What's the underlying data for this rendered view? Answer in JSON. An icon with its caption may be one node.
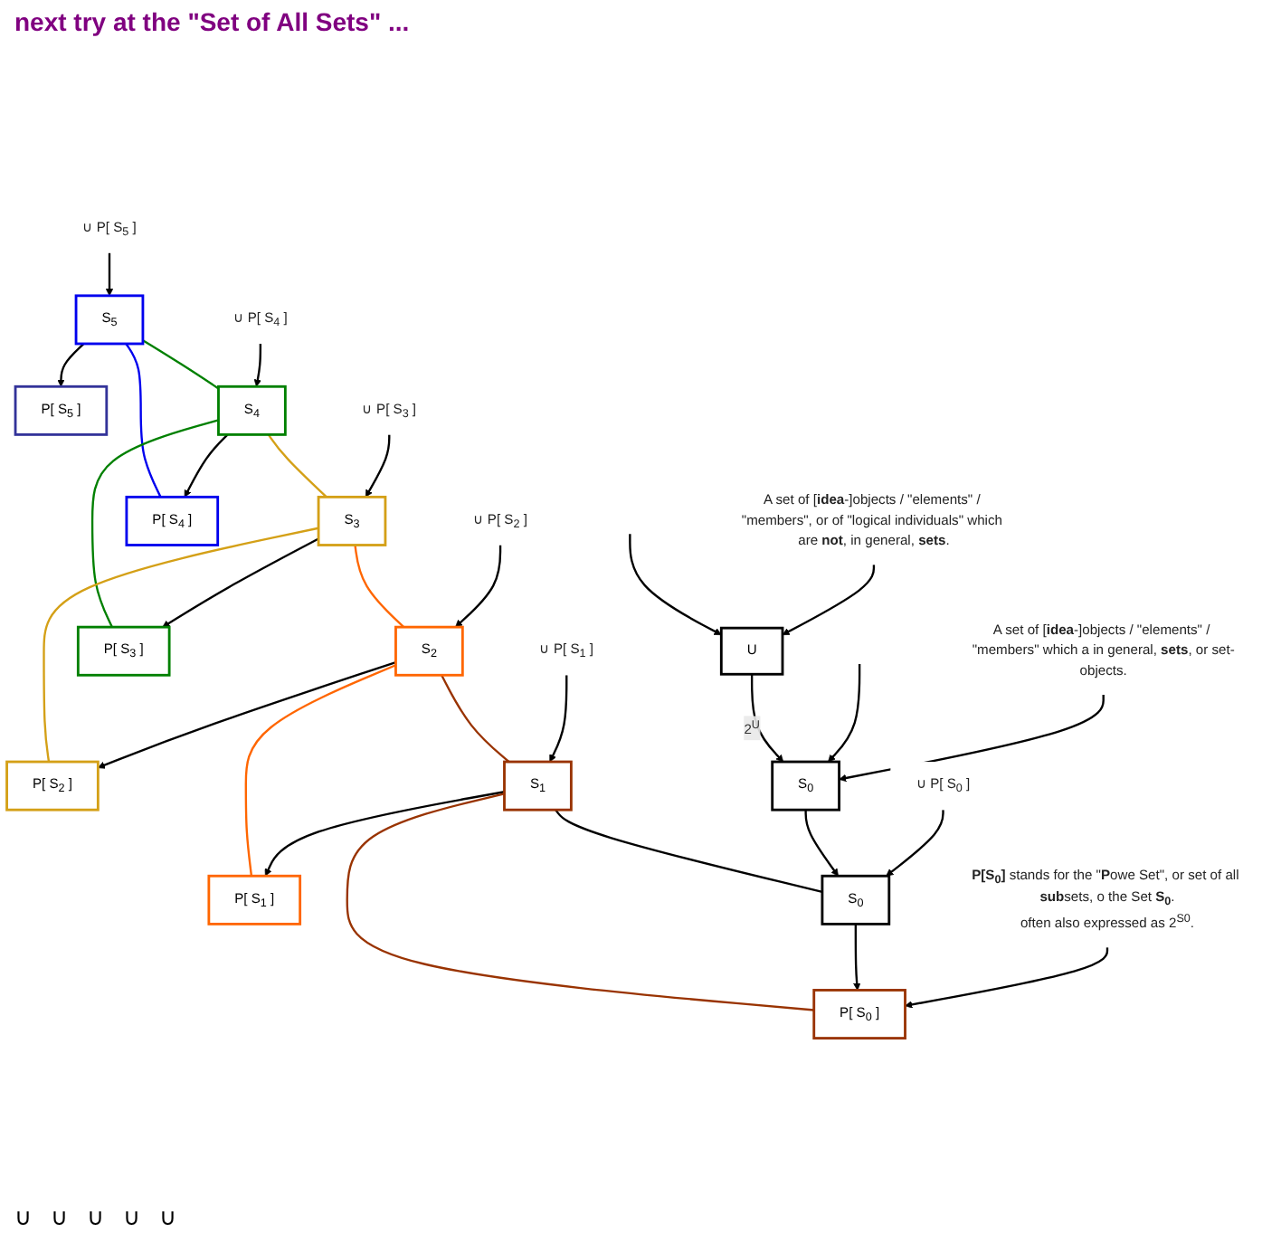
{
  "diagram": {
    "title": "next try at the \"Set of All Sets\" ...",
    "nodes": [
      {
        "text": [
          "S$_{5}$"
        ]
      },
      {
        "text": [
          "P[ S$_{5}$ ]"
        ]
      },
      {
        "text": [
          "S$_{4}$"
        ]
      },
      {
        "text": [
          "P[ S$_{4}$ ]"
        ]
      },
      {
        "text": [
          "S$_{3}$"
        ]
      },
      {
        "text": [
          "P[ S$_{3}$ ]"
        ]
      },
      {
        "text": [
          "S$_{2}$"
        ]
      },
      {
        "text": [
          "P[ S$_{2}$ ]"
        ]
      },
      {
        "text": [
          "S$_{1}$"
        ]
      },
      {
        "text": [
          "P[ S$_{1}$ ]"
        ]
      },
      {
        "text": [
          "S$_{0}$"
        ]
      },
      {
        "text": [
          "P[ S$_{0}$ ]"
        ]
      },
      {
        "text": [
          "S$_{0}$"
        ]
      },
      {
        "text": [
          "U"
        ]
      },
      {
        "text": [
          "∪ P[ S$_{5}$ ]"
        ]
      },
      {
        "text": [
          "∪ P[ S$_{4}$ ]"
        ]
      },
      {
        "text": [
          "∪ P[ S$_{3}$ ]"
        ]
      },
      {
        "text": [
          "∪ P[ S$_{2}$ ]"
        ]
      },
      {
        "text": [
          "∪ P[ S$_{1}$ ]"
        ]
      },
      {
        "text": [
          "∪ P[ S$_{0}$ ]"
        ]
      },
      {
        "text": [
          "**P[S$_{0}$]** stands for the \"**P**owe Set\", or set of all **sub**sets, o the Set **S$_{0}$**.",
          "often also expressed as 2$^{S0}$."
        ]
      },
      {
        "text": [
          "A set of [**idea**-]objects / \"elements\" / \"members\" which a in general, **sets**, or set-objects."
        ]
      },
      {
        "text": [
          "A set of [**idea**-]objects / \"elements\" / \"members\", or of \"logical individuals\" which are **not**, in general, **sets**."
        ]
      }
    ],
    "edges": [
      {
        "from": 0,
        "to": 1,
        "arrow": "to"
      },
      {
        "from": 0,
        "to": 2,
        "arrow": "none",
        "color": "#008000"
      },
      {
        "from": 0,
        "to": 3,
        "arrow": "none",
        "color": "#0000ee"
      },
      {
        "from": 2,
        "to": 3,
        "arrow": "to"
      },
      {
        "from": 2,
        "to": 4,
        "arrow": "none",
        "color": "#d4a017"
      },
      {
        "from": 2,
        "to": 5,
        "arrow": "none",
        "color": "#008000"
      },
      {
        "from": 4,
        "to": 5,
        "arrow": "to"
      },
      {
        "from": 4,
        "to": 6,
        "arrow": "none",
        "color": "#ff6600"
      },
      {
        "from": 4,
        "to": 7,
        "arrow": "none",
        "color": "#d4a017"
      },
      {
        "from": 6,
        "to": 7,
        "arrow": "to"
      },
      {
        "from": 6,
        "to": 8,
        "arrow": "none",
        "color": "#993300"
      },
      {
        "from": 6,
        "to": 9,
        "arrow": "none",
        "color": "#ff6600"
      },
      {
        "from": 8,
        "to": 9,
        "arrow": "to"
      },
      {
        "from": 8,
        "to": 10,
        "arrow": "none"
      },
      {
        "from": 8,
        "to": 11,
        "arrow": "none",
        "color": "#993300"
      },
      {
        "from": 10,
        "to": 11,
        "arrow": "to"
      },
      {
        "from": 12,
        "to": 10,
        "arrow": "to"
      },
      {
        "from": 13,
        "to": 12,
        "arrow": "to",
        "label": "2$^{U}$"
      },
      {
        "from": 14,
        "to": 0,
        "arrow": "to"
      },
      {
        "from": 15,
        "to": 2,
        "arrow": "to"
      },
      {
        "from": 16,
        "to": 4,
        "arrow": "to"
      },
      {
        "from": 17,
        "to": 6,
        "arrow": "to"
      },
      {
        "from": 18,
        "to": 8,
        "arrow": "to"
      },
      {
        "from": 19,
        "to": 10,
        "arrow": "to"
      },
      {
        "from": 20,
        "to": 11,
        "arrow": "to"
      },
      {
        "from": null,
        "to": 12,
        "arrow": "to"
      },
      {
        "from": 21,
        "to": 12,
        "arrow": "to"
      },
      {
        "from": null,
        "to": 13,
        "arrow": "to"
      },
      {
        "from": 22,
        "to": 13,
        "arrow": "to"
      }
    ],
    "labels": [
      "∪",
      "∪",
      "∪",
      "∪",
      "∪"
    ]
  }
}
